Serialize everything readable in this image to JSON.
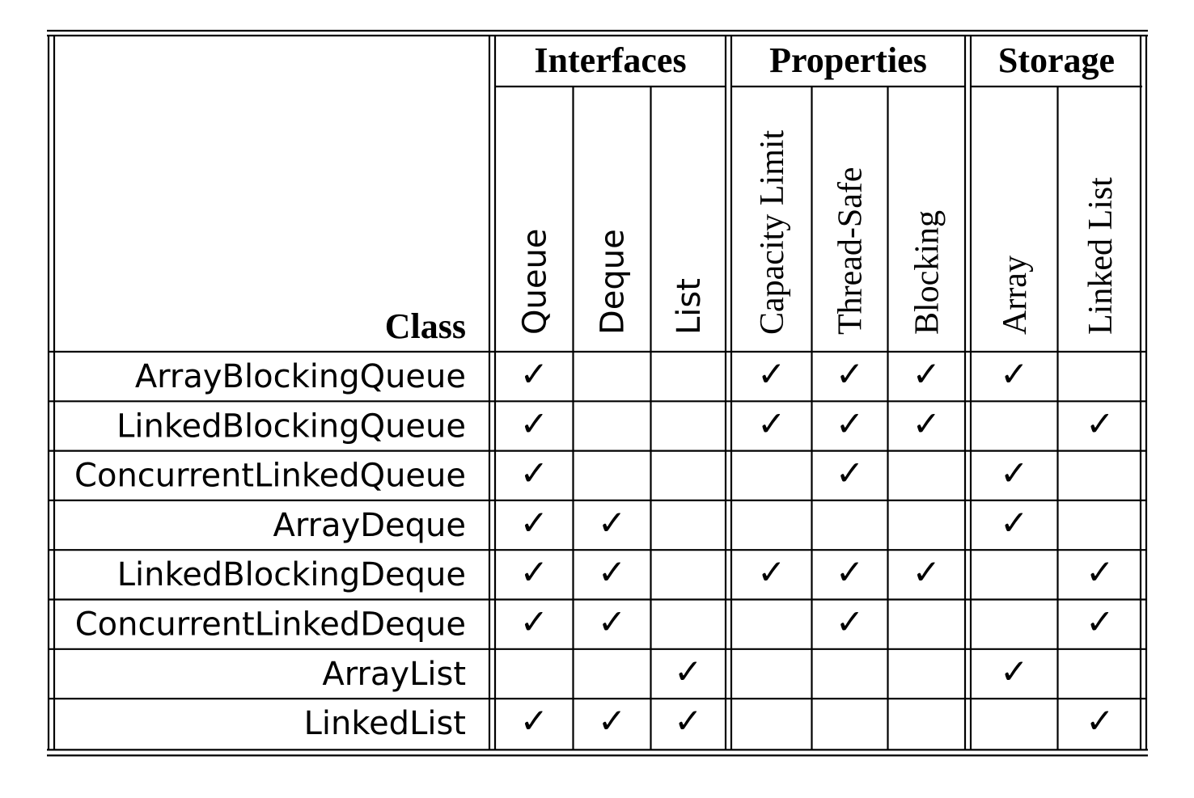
{
  "table": {
    "class_header": "Class",
    "groups": [
      {
        "label": "Interfaces",
        "columns": [
          "Queue",
          "Deque",
          "List"
        ]
      },
      {
        "label": "Properties",
        "columns": [
          "Capacity Limit",
          "Thread-Safe",
          "Blocking"
        ]
      },
      {
        "label": "Storage",
        "columns": [
          "Array",
          "Linked List"
        ]
      }
    ],
    "check_symbol": "✓",
    "rows": [
      {
        "name": "ArrayBlockingQueue",
        "checks": [
          1,
          0,
          0,
          1,
          1,
          1,
          1,
          0
        ]
      },
      {
        "name": "LinkedBlockingQueue",
        "checks": [
          1,
          0,
          0,
          1,
          1,
          1,
          0,
          1
        ]
      },
      {
        "name": "ConcurrentLinkedQueue",
        "checks": [
          1,
          0,
          0,
          0,
          1,
          0,
          1,
          0
        ]
      },
      {
        "name": "ArrayDeque",
        "checks": [
          1,
          1,
          0,
          0,
          0,
          0,
          1,
          0
        ]
      },
      {
        "name": "LinkedBlockingDeque",
        "checks": [
          1,
          1,
          0,
          1,
          1,
          1,
          0,
          1
        ]
      },
      {
        "name": "ConcurrentLinkedDeque",
        "checks": [
          1,
          1,
          0,
          0,
          1,
          0,
          0,
          1
        ]
      },
      {
        "name": "ArrayList",
        "checks": [
          0,
          0,
          1,
          0,
          0,
          0,
          1,
          0
        ]
      },
      {
        "name": "LinkedList",
        "checks": [
          1,
          1,
          1,
          0,
          0,
          0,
          0,
          1
        ]
      }
    ]
  }
}
